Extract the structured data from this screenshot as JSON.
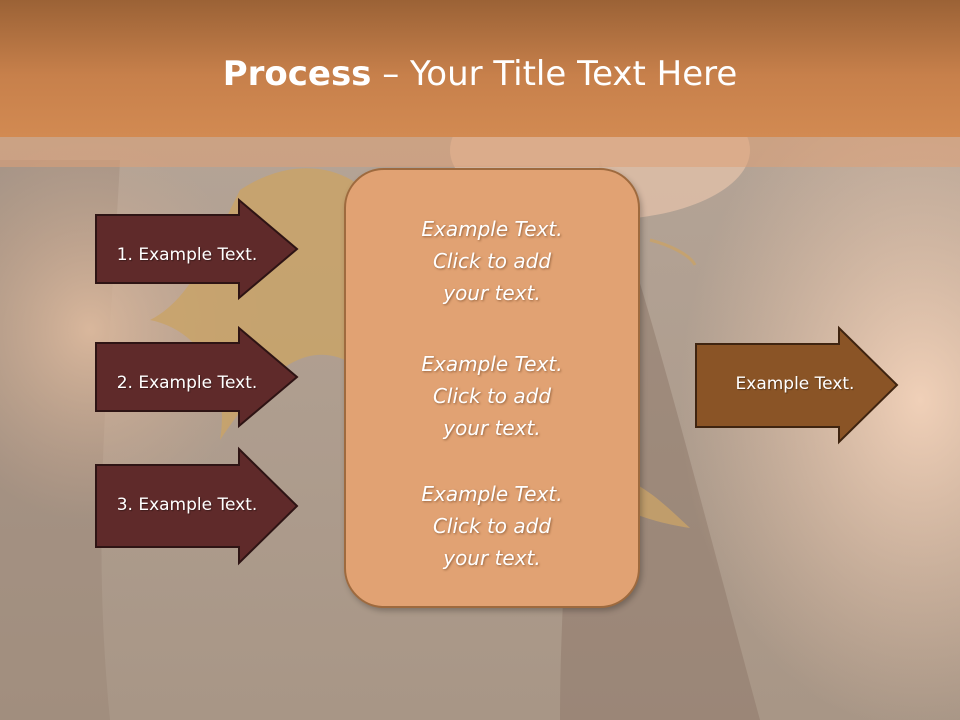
{
  "title": {
    "bold": "Process",
    "rest": " – Your Title Text Here"
  },
  "left_arrows": [
    {
      "label": "1. Example Text."
    },
    {
      "label": "2. Example Text."
    },
    {
      "label": "3. Example Text."
    }
  ],
  "center_box": {
    "blocks": [
      {
        "line1": "Example Text.",
        "line2": "Click  to add",
        "line3": "your text."
      },
      {
        "line1": "Example Text.",
        "line2": "Click  to add",
        "line3": "your text."
      },
      {
        "line1": "Example Text.",
        "line2": "Click  to add",
        "line3": "your text."
      }
    ]
  },
  "right_arrow": {
    "label": "Example Text."
  },
  "colors": {
    "title_band": "#c7804b",
    "left_arrow_fill": "#5f2a2a",
    "center_box_fill": "#e1a273",
    "right_arrow_fill": "#8a5426"
  }
}
